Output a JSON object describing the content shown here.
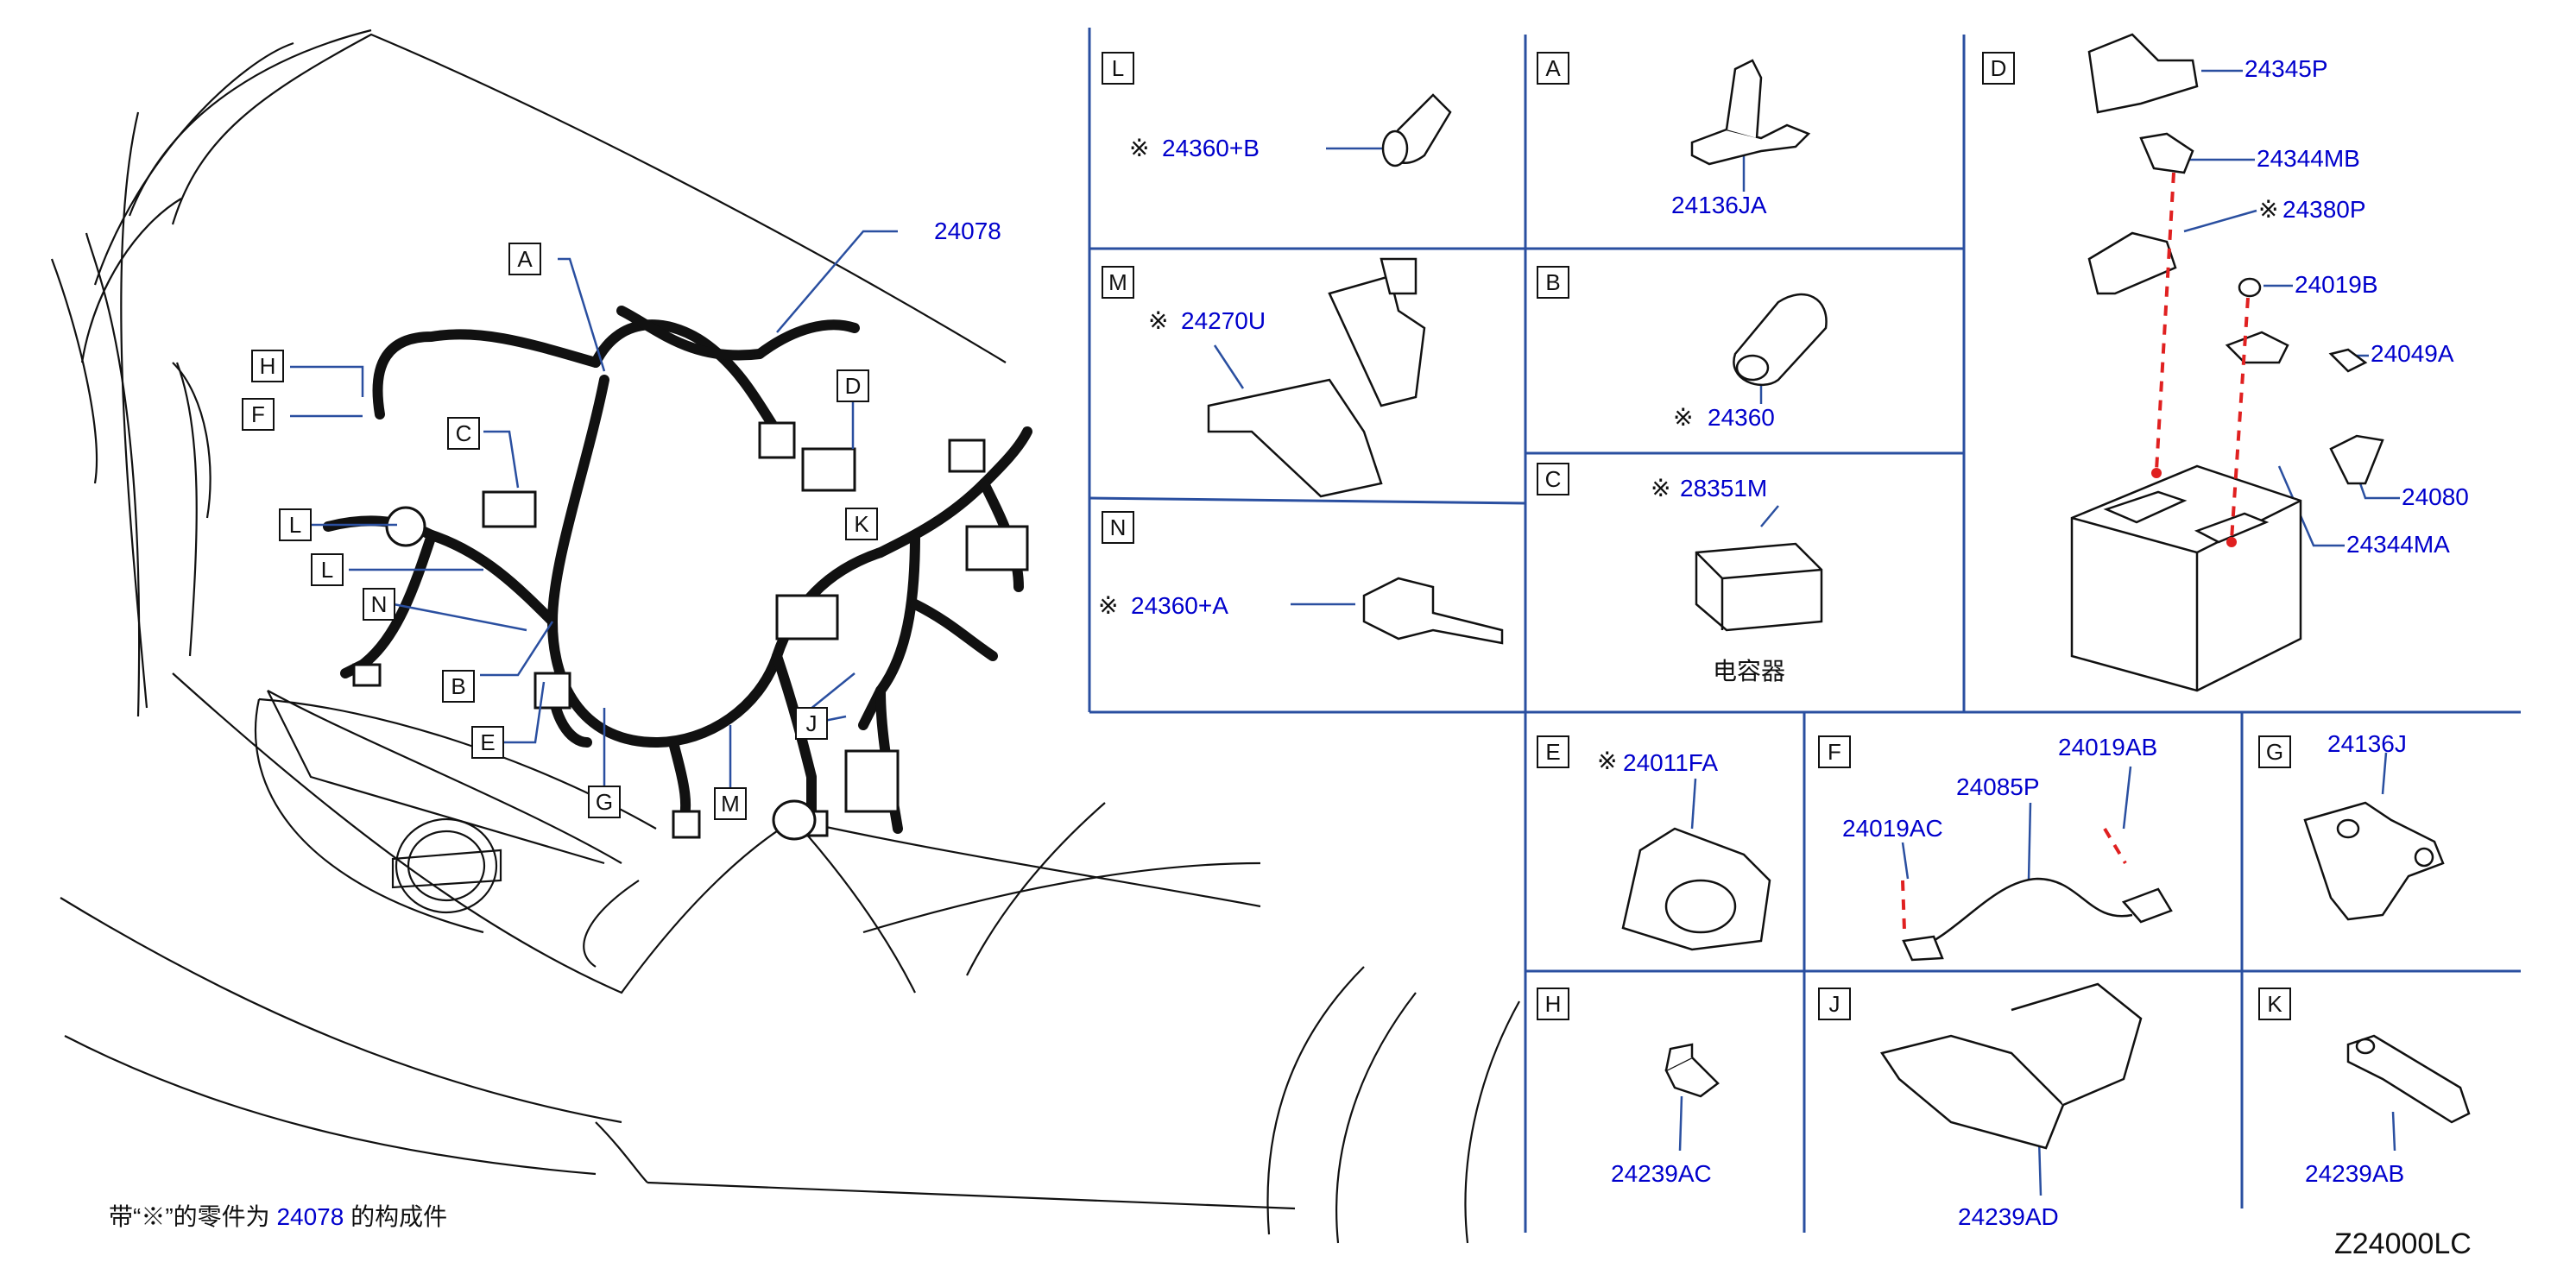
{
  "diagram_code": "Z24000LC",
  "note": {
    "prefix": "带“",
    "mark": "※",
    "middle": "”的零件为",
    "ref": "24078",
    "suffix": "的构成件"
  },
  "main_view": {
    "callouts": [
      "A",
      "B",
      "C",
      "D",
      "E",
      "F",
      "G",
      "H",
      "J",
      "K",
      "L",
      "L",
      "M",
      "N"
    ],
    "main_part": "24078"
  },
  "panels": {
    "L": {
      "letter": "L",
      "parts": [
        {
          "mark": "※",
          "num": "24360+B"
        }
      ]
    },
    "M": {
      "letter": "M",
      "parts": [
        {
          "mark": "※",
          "num": "24270U"
        }
      ]
    },
    "N": {
      "letter": "N",
      "parts": [
        {
          "mark": "※",
          "num": "24360+A"
        }
      ]
    },
    "A": {
      "letter": "A",
      "parts": [
        {
          "mark": "",
          "num": "24136JA"
        }
      ]
    },
    "B": {
      "letter": "B",
      "parts": [
        {
          "mark": "※",
          "num": "24360"
        }
      ]
    },
    "C": {
      "letter": "C",
      "parts": [
        {
          "mark": "※",
          "num": "28351M"
        }
      ],
      "caption": "电容器"
    },
    "D": {
      "letter": "D",
      "parts": [
        {
          "mark": "",
          "num": "24345P"
        },
        {
          "mark": "",
          "num": "24344MB"
        },
        {
          "mark": "※",
          "num": "24380P"
        },
        {
          "mark": "",
          "num": "24019B"
        },
        {
          "mark": "",
          "num": "24049A"
        },
        {
          "mark": "",
          "num": "24080"
        },
        {
          "mark": "",
          "num": "24344MA"
        }
      ]
    },
    "E": {
      "letter": "E",
      "parts": [
        {
          "mark": "※",
          "num": "24011FA"
        }
      ]
    },
    "F": {
      "letter": "F",
      "parts": [
        {
          "mark": "",
          "num": "24085P"
        },
        {
          "mark": "",
          "num": "24019AB"
        },
        {
          "mark": "",
          "num": "24019AC"
        }
      ]
    },
    "G": {
      "letter": "G",
      "parts": [
        {
          "mark": "",
          "num": "24136J"
        }
      ]
    },
    "H": {
      "letter": "H",
      "parts": [
        {
          "mark": "",
          "num": "24239AC"
        }
      ]
    },
    "J": {
      "letter": "J",
      "parts": [
        {
          "mark": "",
          "num": "24239AD"
        }
      ]
    },
    "K": {
      "letter": "K",
      "parts": [
        {
          "mark": "",
          "num": "24239AB"
        }
      ]
    }
  },
  "colors": {
    "label": "#0000cc",
    "line": "#111111",
    "leader": "#2a4fa0",
    "accent_dash": "#e02020"
  }
}
